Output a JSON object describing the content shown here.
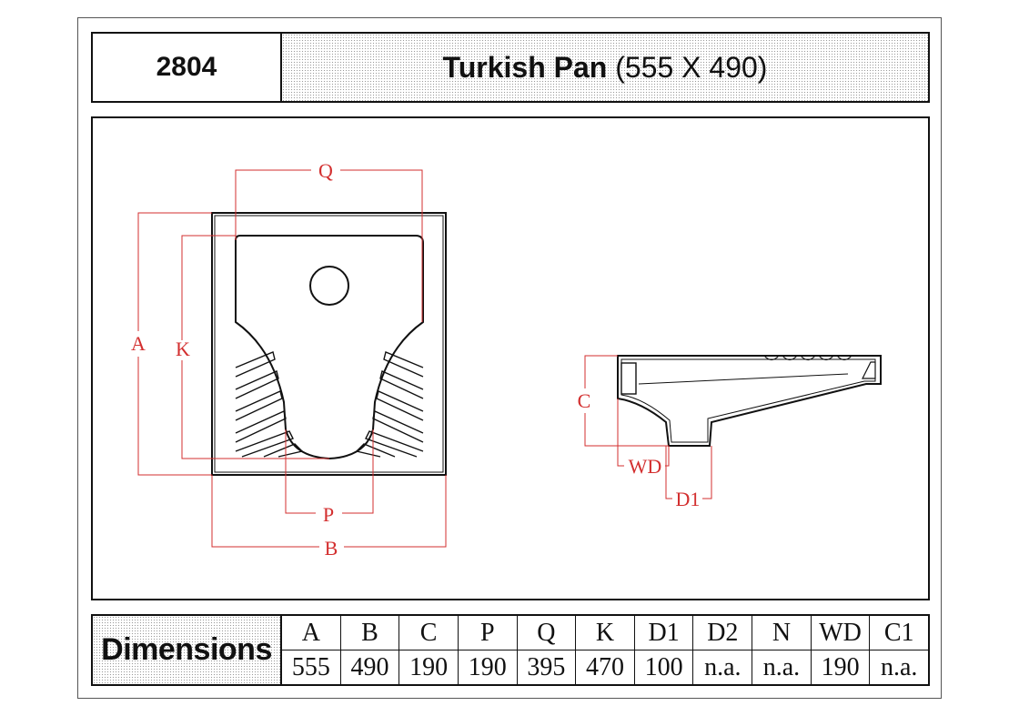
{
  "header": {
    "code": "2804",
    "title_name": "Turkish Pan",
    "title_size": " (555 X 490)"
  },
  "drawing": {
    "plan_labels": {
      "q": "Q",
      "a": "A",
      "k": "K",
      "p": "P",
      "b": "B"
    },
    "side_labels": {
      "c": "C",
      "wd": "WD",
      "d1": "D1"
    },
    "line_color": "#111111",
    "dimension_color": "#d32f2f"
  },
  "dimensions": {
    "label": "Dimensions",
    "columns": [
      {
        "key": "A",
        "value": "555"
      },
      {
        "key": "B",
        "value": "490"
      },
      {
        "key": "C",
        "value": "190"
      },
      {
        "key": "P",
        "value": "190"
      },
      {
        "key": "Q",
        "value": "395"
      },
      {
        "key": "K",
        "value": "470"
      },
      {
        "key": "D1",
        "value": "100"
      },
      {
        "key": "D2",
        "value": "n.a."
      },
      {
        "key": "N",
        "value": "n.a."
      },
      {
        "key": "WD",
        "value": "190"
      },
      {
        "key": "C1",
        "value": "n.a."
      }
    ]
  }
}
